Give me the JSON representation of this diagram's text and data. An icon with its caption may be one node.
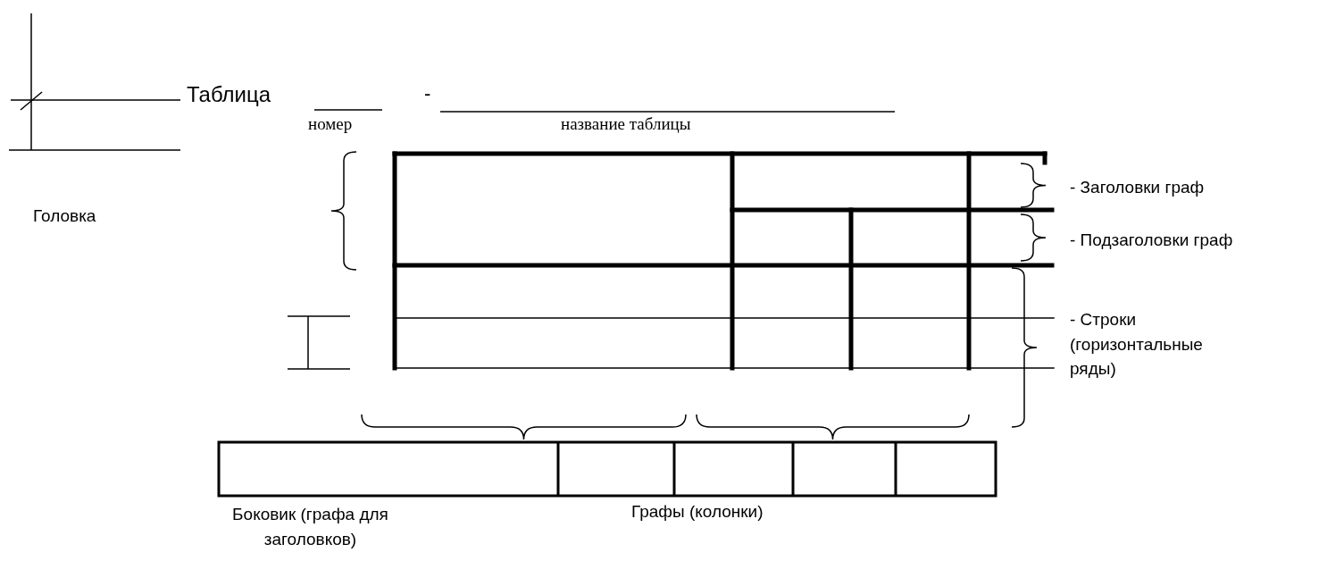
{
  "diagram": {
    "labels": [
      "Таблица",
      "-",
      "номер",
      "название таблицы",
      "Головка",
      "- Заголовки граф",
      "- Подзаголовки граф",
      "- Строки (горизонтальные ряды)",
      "Боковик (графа для заголовков)",
      "Графы (колонки)"
    ]
  }
}
